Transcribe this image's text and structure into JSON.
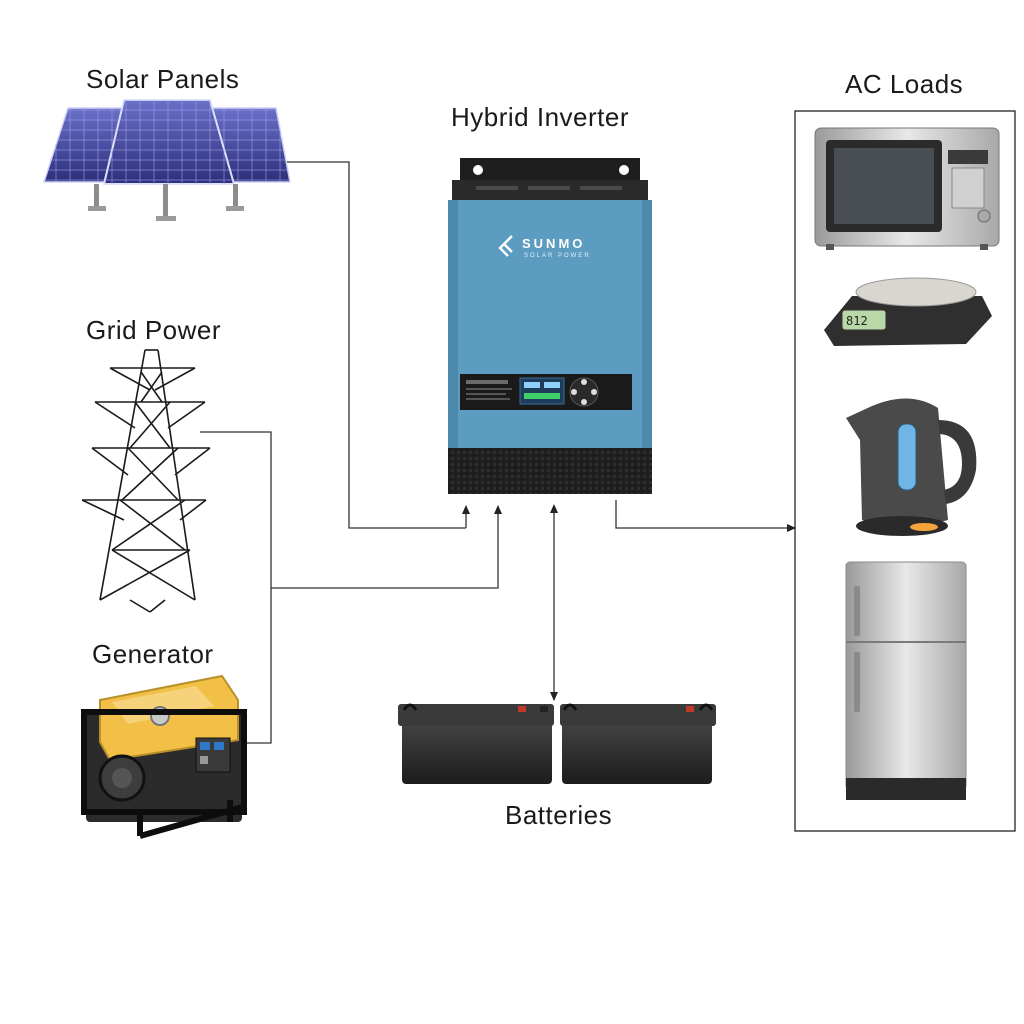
{
  "labels": {
    "solar": "Solar Panels",
    "inverter": "Hybrid Inverter",
    "grid": "Grid Power",
    "generator": "Generator",
    "batteries": "Batteries",
    "loads": "AC Loads"
  },
  "inverter": {
    "brand": "SUNMO",
    "brand_sub": "SOLAR POWER",
    "color": "#5b9cc0"
  },
  "appliances": [
    "microwave-icon",
    "kitchen-scale-icon",
    "electric-kettle-icon",
    "refrigerator-icon"
  ]
}
